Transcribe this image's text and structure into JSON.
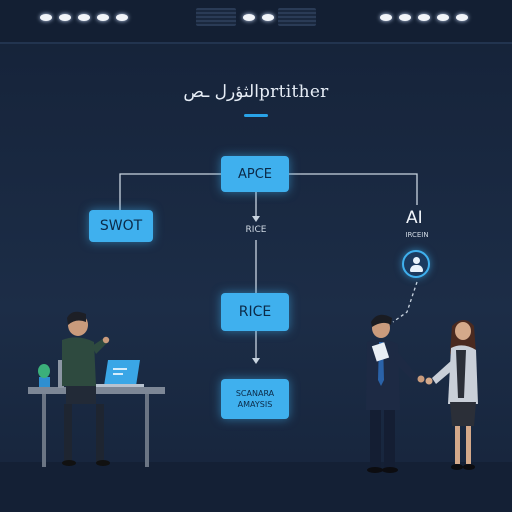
{
  "diagram": {
    "title": "الثؤرل ـصprtither",
    "nodes": {
      "apce": "APCE",
      "swot": "SWOT",
      "rice_small": "RICE",
      "rice": "RICE",
      "scenario": "SCANARA AMAYSIS",
      "ai": "AI",
      "ai_sub": "IRCEIN"
    }
  },
  "colors": {
    "background": "#1a2a42",
    "accent": "#3fb0ee",
    "node_text": "#0b2a48",
    "connector": "#c9d4e0"
  },
  "icons": [
    "ceiling-light",
    "vent",
    "user-avatar-icon",
    "laptop",
    "desk",
    "potted-plant",
    "tablet"
  ]
}
